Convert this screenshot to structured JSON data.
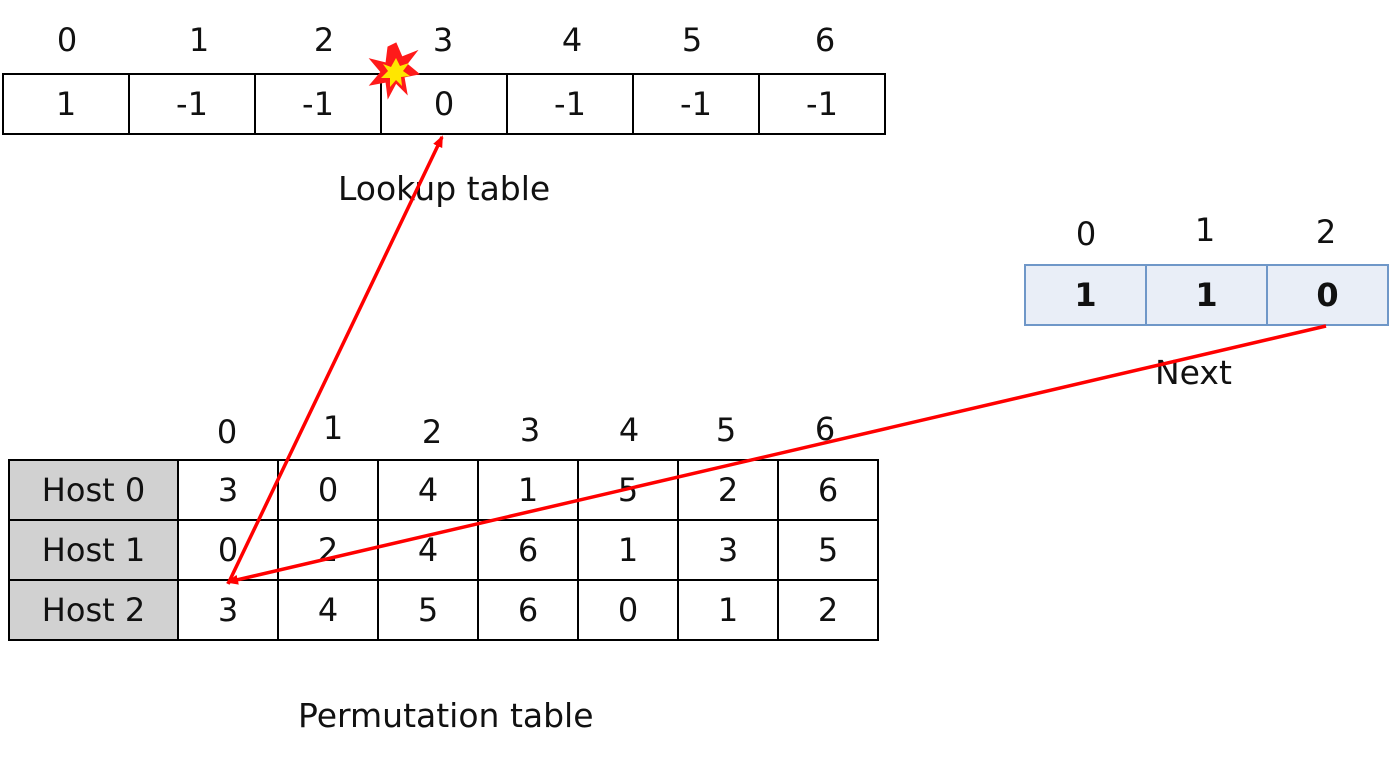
{
  "lookup": {
    "indices": [
      "0",
      "1",
      "2",
      "3",
      "4",
      "5",
      "6"
    ],
    "values": [
      "1",
      "-1",
      "-1",
      "0",
      "-1",
      "-1",
      "-1"
    ],
    "caption": "Lookup table"
  },
  "next": {
    "indices": [
      "0",
      "1",
      "2"
    ],
    "values": [
      "1",
      "1",
      "0"
    ],
    "caption": "Next"
  },
  "permutation": {
    "indices": [
      "0",
      "1",
      "2",
      "3",
      "4",
      "5",
      "6"
    ],
    "rows": [
      {
        "host": "Host 0",
        "values": [
          "3",
          "0",
          "4",
          "1",
          "5",
          "2",
          "6"
        ]
      },
      {
        "host": "Host 1",
        "values": [
          "0",
          "2",
          "4",
          "6",
          "1",
          "3",
          "5"
        ]
      },
      {
        "host": "Host 2",
        "values": [
          "3",
          "4",
          "5",
          "6",
          "0",
          "1",
          "2"
        ]
      }
    ],
    "caption": "Permutation table"
  },
  "colors": {
    "arrow": "#ff0000",
    "next_cell_fill": "#e9eef7",
    "next_cell_border": "#6f97c8",
    "host_cell_fill": "#d1d1d1",
    "collision_outer": "#ff1a1a",
    "collision_inner": "#ffe600"
  },
  "icons": {
    "collision": "explosion-icon"
  }
}
